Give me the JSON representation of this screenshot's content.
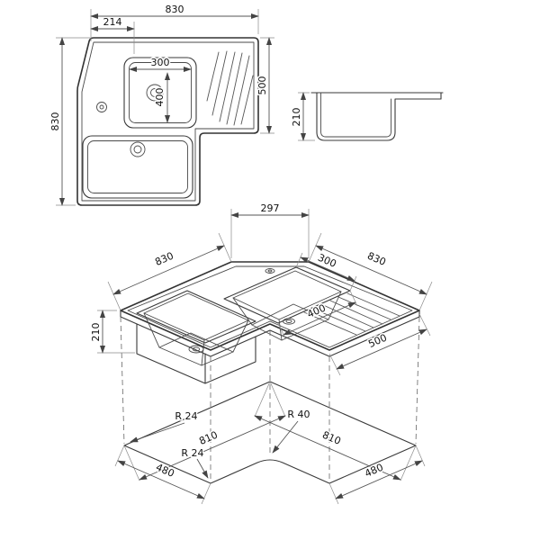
{
  "meta": {
    "title": "Corner sink technical drawing",
    "background": "#ffffff",
    "line_color": "#333333",
    "dim_text_color": "#111111"
  },
  "views": {
    "plan": {
      "name": "top-view",
      "dims": {
        "overall_width": "830",
        "corner_offset": "214",
        "bowl_width": "300",
        "bowl_length": "400",
        "overall_depth": "830",
        "wing_depth": "500"
      }
    },
    "section": {
      "name": "side-section-view",
      "dims": {
        "bowl_depth": "210"
      }
    },
    "iso": {
      "name": "isometric-view",
      "dims": {
        "chamfer_width": "297",
        "edge_left": "830",
        "edge_right": "830",
        "height": "210",
        "bowl_length": "400",
        "bowl_width": "300",
        "wing_width": "500",
        "cutout_left": "810",
        "cutout_right": "810",
        "cutout_end_left": "480",
        "cutout_end_right": "480",
        "radius_outer_corner": "R 24",
        "radius_arm_corner": "R 24",
        "radius_notch_corner": "R 40"
      }
    }
  }
}
